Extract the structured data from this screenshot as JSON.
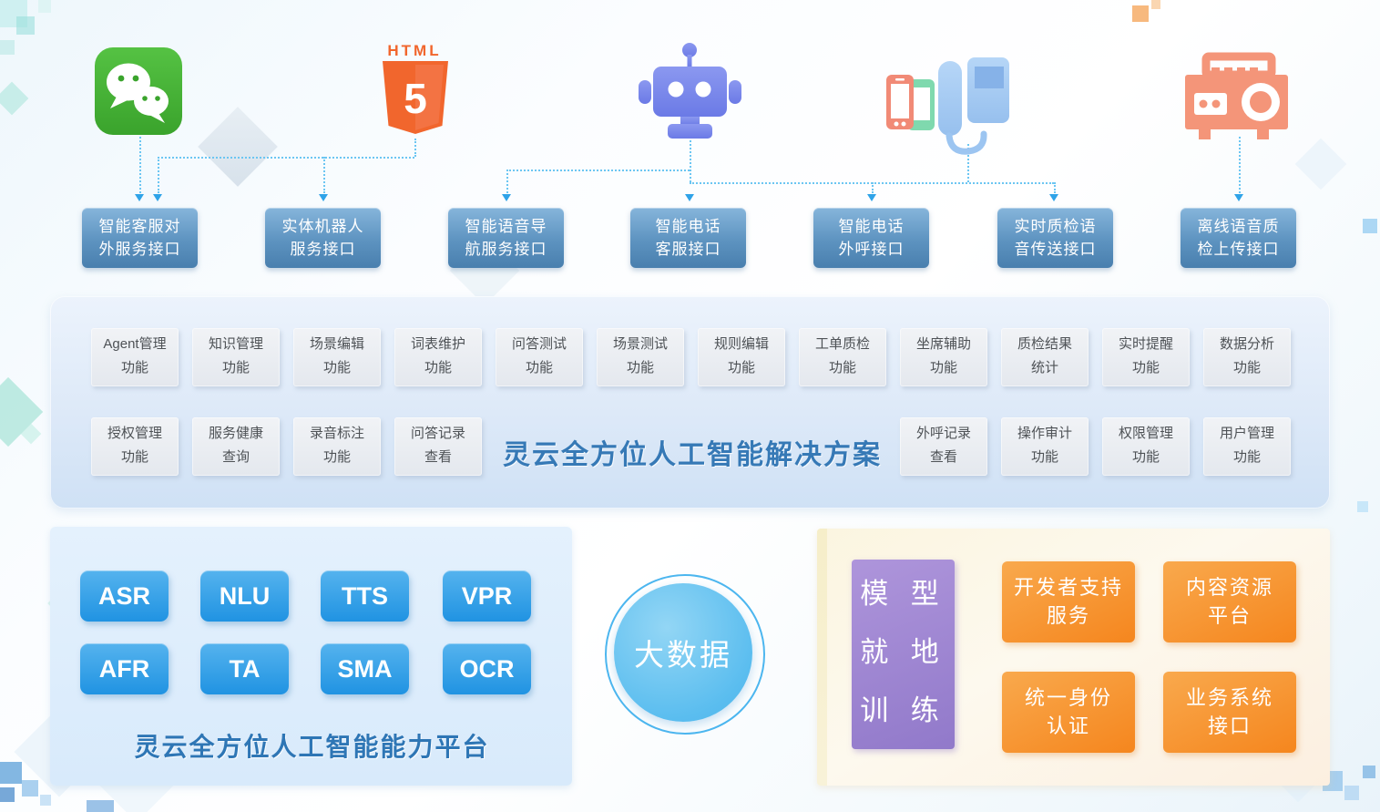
{
  "colors": {
    "interface_box_blue": "#5d93c0",
    "button_blue": "#2093e2",
    "title_blue": "#3679b6",
    "circle_blue": "#5abdef",
    "purple": "#9b82d0",
    "orange": "#f5861e",
    "connector_blue": "#6cc6f2",
    "wechat_green": "#45b035",
    "html5_orange": "#f1662d",
    "robot_blue": "#7989ec",
    "radio_orange": "#f49579"
  },
  "icons": {
    "wechat": "wechat-messaging-icon",
    "html5": "html5-logo-icon",
    "robot": "robot-icon",
    "phones": "mobile-and-desk-phone-icon",
    "radio": "voice-recorder-radio-icon"
  },
  "html5_logo": {
    "word": "HTML",
    "number": "5"
  },
  "interface_boxes": [
    {
      "line1": "智能客服对",
      "line2": "外服务接口"
    },
    {
      "line1": "实体机器人",
      "line2": "服务接口"
    },
    {
      "line1": "智能语音导",
      "line2": "航服务接口"
    },
    {
      "line1": "智能电话",
      "line2": "客服接口"
    },
    {
      "line1": "智能电话",
      "line2": "外呼接口"
    },
    {
      "line1": "实时质检语",
      "line2": "音传送接口"
    },
    {
      "line1": "离线语音质",
      "line2": "检上传接口"
    }
  ],
  "solution_panel": {
    "title": "灵云全方位人工智能解决方案",
    "row1": [
      {
        "line1": "Agent管理",
        "line2": "功能"
      },
      {
        "line1": "知识管理",
        "line2": "功能"
      },
      {
        "line1": "场景编辑",
        "line2": "功能"
      },
      {
        "line1": "词表维护",
        "line2": "功能"
      },
      {
        "line1": "问答测试",
        "line2": "功能"
      },
      {
        "line1": "场景测试",
        "line2": "功能"
      },
      {
        "line1": "规则编辑",
        "line2": "功能"
      },
      {
        "line1": "工单质检",
        "line2": "功能"
      },
      {
        "line1": "坐席辅助",
        "line2": "功能"
      },
      {
        "line1": "质检结果",
        "line2": "统计"
      },
      {
        "line1": "实时提醒",
        "line2": "功能"
      },
      {
        "line1": "数据分析",
        "line2": "功能"
      }
    ],
    "row2_left": [
      {
        "line1": "授权管理",
        "line2": "功能"
      },
      {
        "line1": "服务健康",
        "line2": "查询"
      },
      {
        "line1": "录音标注",
        "line2": "功能"
      },
      {
        "line1": "问答记录",
        "line2": "查看"
      }
    ],
    "row2_right": [
      {
        "line1": "外呼记录",
        "line2": "查看"
      },
      {
        "line1": "操作审计",
        "line2": "功能"
      },
      {
        "line1": "权限管理",
        "line2": "功能"
      },
      {
        "line1": "用户管理",
        "line2": "功能"
      }
    ]
  },
  "capability_panel": {
    "buttons_row1": [
      "ASR",
      "NLU",
      "TTS",
      "VPR"
    ],
    "buttons_row2": [
      "AFR",
      "TA",
      "SMA",
      "OCR"
    ],
    "caption": "灵云全方位人工智能能力平台"
  },
  "bigdata_circle": {
    "label": "大数据"
  },
  "training_panel": {
    "vertical_label_lines": [
      "模 型",
      "就 地",
      "训 练"
    ],
    "boxes": [
      {
        "line1": "开发者支持",
        "line2": "服务"
      },
      {
        "line1": "内容资源",
        "line2": "平台"
      },
      {
        "line1": "统一身份",
        "line2": "认证"
      },
      {
        "line1": "业务系统",
        "line2": "接口"
      }
    ]
  }
}
